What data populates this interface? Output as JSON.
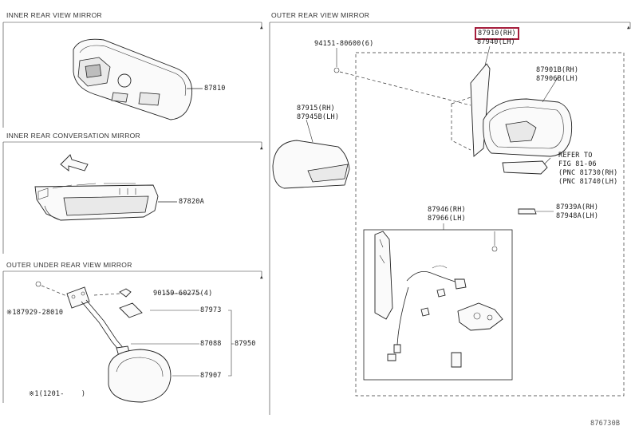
{
  "sections": {
    "inner_rear_view_mirror": "INNER REAR VIEW MIRROR",
    "inner_rear_conversation_mirror": "INNER REAR CONVERSATION MIRROR",
    "outer_under_rear_view_mirror": "OUTER UNDER REAR VIEW MIRROR",
    "outer_rear_view_mirror": "OUTER REAR VIEW MIRROR"
  },
  "parts": {
    "p87810": "87810",
    "p87820a": "87820A",
    "p87929": "※187929-28010",
    "p90159": "90159-60275(4)",
    "p87973": "87973",
    "p87088": "87088",
    "p87950": "87950",
    "p87907": "87907",
    "footnote": "※1(1201-    )",
    "p94151": "94151-80600(6)",
    "p87910": "87910(RH)",
    "p87940": "87940(LH)",
    "p87901b": "87901B(RH)",
    "p87906b": "87906B(LH)",
    "p87915": "87915(RH)",
    "p87945b": "87945B(LH)",
    "refer_1": "REFER TO",
    "refer_2": "FIG 81-06",
    "refer_3": "(PNC 81730(RH)",
    "refer_4": "(PNC 81740(LH)",
    "p87946": "87946(RH)",
    "p87966": "87966(LH)",
    "p87939a": "87939A(RH)",
    "p87948a": "87948A(LH)",
    "fig_id": "876730B"
  },
  "colors": {
    "highlight": "#a51d3c",
    "ink": "#222222"
  },
  "icons": {
    "front_arrow": "front-arrow-icon"
  }
}
